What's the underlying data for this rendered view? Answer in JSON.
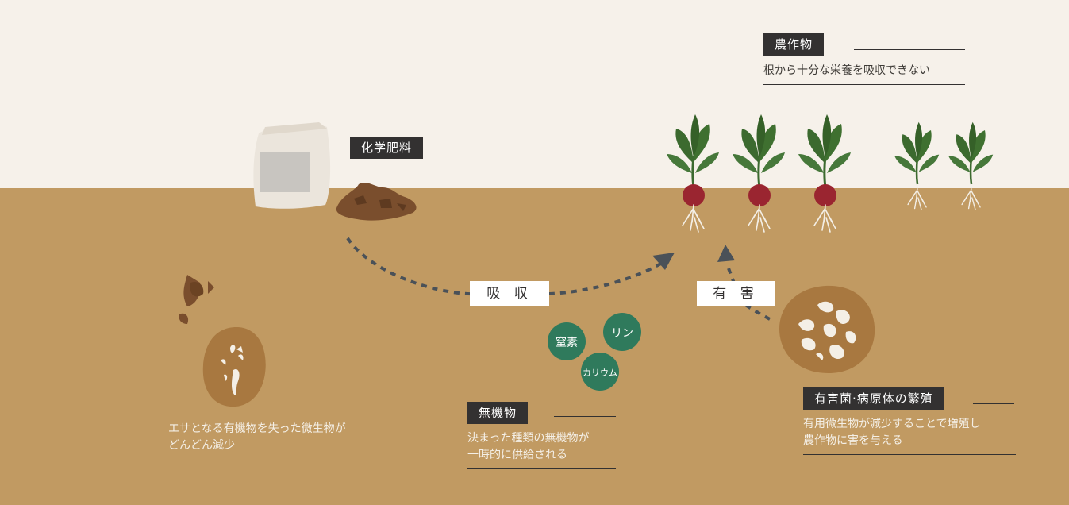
{
  "crops": {
    "title": "農作物",
    "description": "根から十分な栄養を吸収できない"
  },
  "fertilizer": {
    "title": "化学肥料"
  },
  "absorption": {
    "label": "吸 収"
  },
  "harmful": {
    "label": "有 害"
  },
  "nutrients": {
    "nitrogen": "窒素",
    "phosphorus": "リン",
    "potassium": "カリウム"
  },
  "inorganic": {
    "title": "無機物",
    "line1": "決まった種類の無機物が",
    "line2": "一時的に供給される"
  },
  "pathogens": {
    "title": "有害菌·病原体の繁殖",
    "line1": "有用微生物が減少することで増殖し",
    "line2": "農作物に害を与える"
  },
  "microbes": {
    "line1": "エサとなる有機物を失った微生物が",
    "line2": "どんどん減少"
  },
  "colors": {
    "sky": "#f6f1ea",
    "soil": "#c19a62",
    "label_bg": "#333131",
    "nutrient_green": "#2f7a5c",
    "arrow": "#4a5158",
    "microbe_blob": "#a87840",
    "leaf": "#3c6a2f",
    "radish": "#9a2530"
  }
}
